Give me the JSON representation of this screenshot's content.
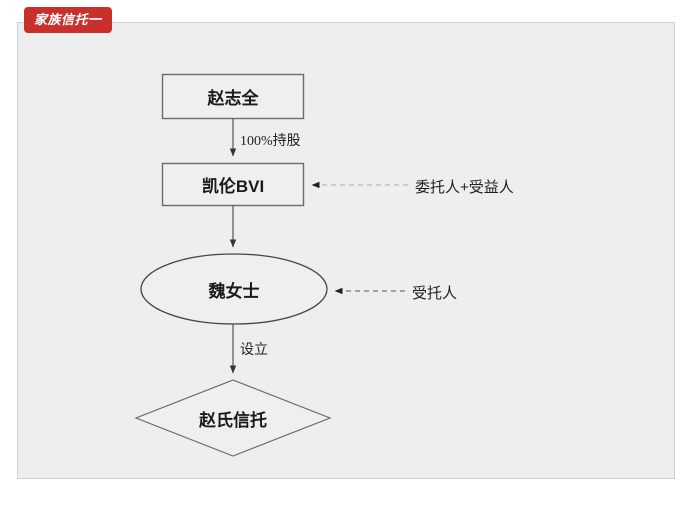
{
  "badge": {
    "label": "家族信托一",
    "color": "#c9302c",
    "text_color": "#ffffff"
  },
  "canvas": {
    "background": "#eeeeee",
    "border_color": "#c9d2de"
  },
  "diagram": {
    "type": "flowchart",
    "shape_fill": "#efefef",
    "shape_stroke": "#6b6b6b",
    "nodes": [
      {
        "id": "n1",
        "shape": "rectangle",
        "label": "赵志全"
      },
      {
        "id": "n2",
        "shape": "rectangle",
        "label": "凯伦BVI"
      },
      {
        "id": "n3",
        "shape": "ellipse",
        "label": "魏女士"
      },
      {
        "id": "n4",
        "shape": "diamond",
        "label": "赵氏信托"
      }
    ],
    "edges": [
      {
        "id": "e1",
        "from": "n1",
        "to": "n2",
        "label": "100%持股",
        "style": "solid",
        "color": "#555555"
      },
      {
        "id": "e2",
        "from": "n2",
        "to": "n3",
        "label": "",
        "style": "solid",
        "color": "#555555"
      },
      {
        "id": "e3",
        "from": "n3",
        "to": "n4",
        "label": "设立",
        "style": "solid",
        "color": "#555555"
      }
    ],
    "annotations": [
      {
        "id": "a1",
        "target": "n2",
        "label": "委托人+受益人",
        "style": "dashed",
        "color": "#aaaaaa"
      },
      {
        "id": "a2",
        "target": "n3",
        "label": "受托人",
        "style": "dashed",
        "color": "#555555"
      }
    ]
  }
}
